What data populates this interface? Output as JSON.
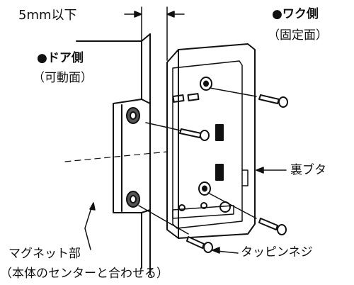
{
  "labels": {
    "gap_spec": "5mm以下",
    "frame_side_title": "●ワク側",
    "frame_side_sub": "（固定面）",
    "door_side_title": "●ドア側",
    "door_side_sub": "（可動面）",
    "back_cover": "裏ブタ",
    "magnet_title": "マグネット部",
    "magnet_sub": "（本体のセンターと合わせる）",
    "screws": "タッピンネジ"
  }
}
